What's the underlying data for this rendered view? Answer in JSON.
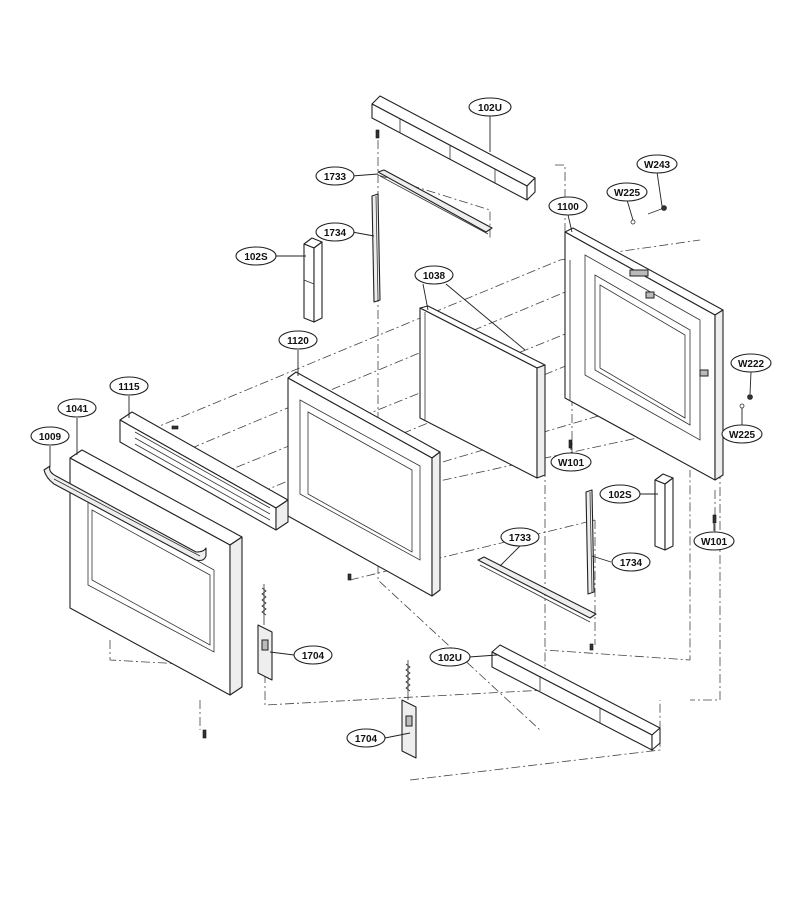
{
  "labels": {
    "p102U_top": "102U",
    "p1733_top": "1733",
    "p1734_top": "1734",
    "p102S_left": "102S",
    "p1038": "1038",
    "p1100": "1100",
    "pW225_top": "W225",
    "pW243": "W243",
    "pW222": "W222",
    "pW225_right": "W225",
    "pW101_mid": "W101",
    "pW101_right": "W101",
    "p1120": "1120",
    "p1115": "1115",
    "p1041": "1041",
    "p1009": "1009",
    "p102S_right": "102S",
    "p1733_bottom": "1733",
    "p1734_bottom": "1734",
    "p102U_bottom": "102U",
    "p1704_left": "1704",
    "p1704_bottom": "1704"
  }
}
